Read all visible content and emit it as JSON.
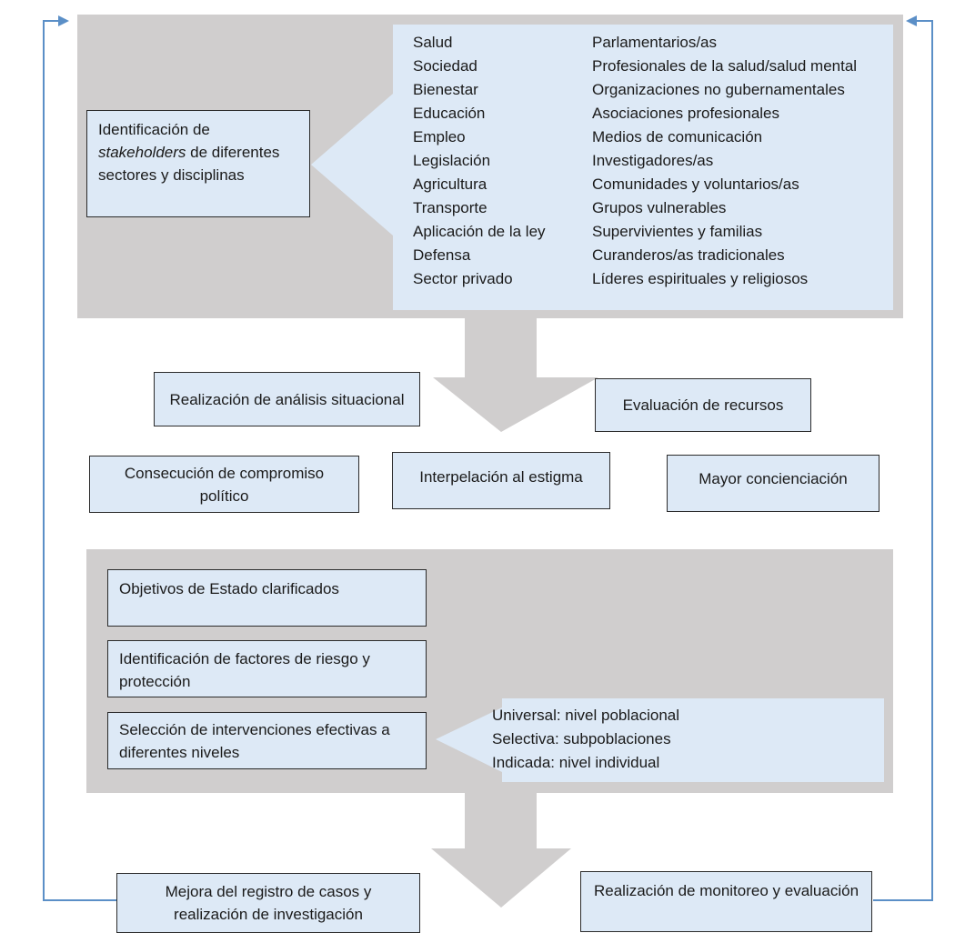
{
  "stakeholders": {
    "identification_box": {
      "line1": "Identificación de",
      "line2_italic": "stakeholders",
      "line2_rest": " de diferentes",
      "line3": "sectores y disciplinas"
    },
    "sectors": [
      "Salud",
      "Sociedad",
      "Bienestar",
      "Educación",
      "Empleo",
      "Legislación",
      "Agricultura",
      "Transporte",
      "Aplicación de la ley",
      "Defensa",
      "Sector privado"
    ],
    "actors": [
      "Parlamentarios/as",
      "Profesionales de la salud/salud mental",
      "Organizaciones no gubernamentales",
      "Asociaciones profesionales",
      "Medios de comunicación",
      "Investigadores/as",
      "Comunidades y voluntarios/as",
      "Grupos vulnerables",
      "Supervivientes y familias",
      "Curanderos/as tradicionales",
      "Líderes espirituales y religiosos"
    ]
  },
  "middle": {
    "situational_analysis": "Realización de análisis situacional",
    "resource_evaluation": "Evaluación de recursos",
    "political_commitment": "Consecución de compromiso político",
    "stigma": "Interpelación al estigma",
    "awareness": "Mayor concienciación"
  },
  "planning": {
    "objectives": "Objetivos de Estado clarificados",
    "risk_factors": "Identificación de factores de riesgo y protección",
    "interventions": "Selección de intervenciones efectivas a diferentes niveles",
    "levels": [
      "Universal: nivel poblacional",
      "Selectiva: subpoblaciones",
      "Indicada: nivel individual"
    ]
  },
  "bottom": {
    "registry": "Mejora del registro de casos y realización de investigación",
    "monitoring": "Realización de monitoreo y evaluación"
  },
  "colors": {
    "panel_gray": "#d0cece",
    "box_fill": "#dde9f6",
    "box_border": "#2b2b2b",
    "feedback_line": "#5b8fc7"
  }
}
